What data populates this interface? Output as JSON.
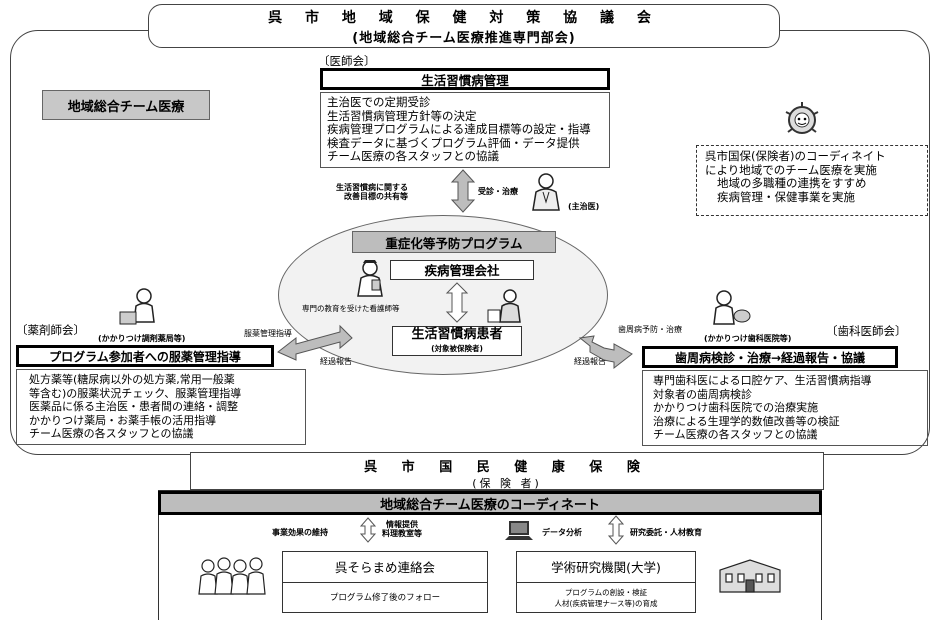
{
  "header": {
    "title": "呉 市 地 域 保 健 対 策 協 議 会",
    "subtitle": "(地域総合チーム医療推進専門部会)"
  },
  "label_team": "地域総合チーム医療",
  "doctors": {
    "tag": "〔医師会〕",
    "title": "生活習慣病管理",
    "items": [
      "主治医での定期受診",
      "生活習慣病管理方針等の決定",
      "疾病管理プログラムによる達成目標等の設定・指導",
      "検査データに基づくプログラム評価・データ提供",
      "チーム医療の各スタッフとの協議"
    ],
    "arrow_left": [
      "生活習慣病に関する",
      "改善目標の共有等"
    ],
    "arrow_right": "受診・治療",
    "physician": "(主治医)"
  },
  "city_note": {
    "line1": "呉市国保(保険者)のコーディネイト",
    "line2": "により地域でのチーム医療を実施",
    "line3": "地域の多職種の連携をすすめ",
    "line4": "疾病管理・保健事業を実施"
  },
  "center": {
    "program": "重症化等予防プログラム",
    "company": "疾病管理会社",
    "nurse": "専門の教育を受けた看護師等",
    "patient": "生活習慣病患者",
    "patient_sub": "(対象被保険者)"
  },
  "pharmacists": {
    "tag": "〔薬剤師会〕",
    "pharmacy": "(かかりつけ調剤薬局等)",
    "title": "プログラム参加者への服薬管理指導",
    "link_top": "服薬管理指導",
    "link_bottom": "経過報告",
    "items": [
      "処方薬等(糖尿病以外の処方薬,常用一般薬",
      "等含む)の服薬状況チェック、服薬管理指導",
      "医薬品に係る主治医・患者間の連絡・調整",
      "かかりつけ薬局・お薬手帳の活用指導",
      "チーム医療の各スタッフとの協議"
    ]
  },
  "dentists": {
    "tag": "〔歯科医師会〕",
    "clinic": "(かかりつけ歯科医院等)",
    "title": "歯周病検診・治療→経過報告・協議",
    "link_top": "歯周病予防・治療",
    "link_bottom": "経過報告",
    "items": [
      "専門歯科医による口腔ケア、生活習慣病指導",
      "対象者の歯周病検診",
      "かかりつけ歯科医院での治療実施",
      "治療による生理学的数値改善等の検証",
      "チーム医療の各スタッフとの協議"
    ]
  },
  "insurance": {
    "title": "呉 市 国 民 健 康 保 険",
    "subtitle": "(保 険 者)",
    "coord": "地域総合チーム医療のコーディネート",
    "left_arrow_label": "事業効果の維持",
    "info": [
      "情報提供",
      "料理教室等"
    ],
    "analysis": "データ分析",
    "research": "研究委託・人材教育",
    "soramame": "呉そらまめ連絡会",
    "followup": "プログラム修了後のフォロー",
    "academic": "学術研究機関(大学)",
    "academic_sub1": "プログラムの創設・検証",
    "academic_sub2": "人材(疾病管理ナース等)の育成"
  }
}
